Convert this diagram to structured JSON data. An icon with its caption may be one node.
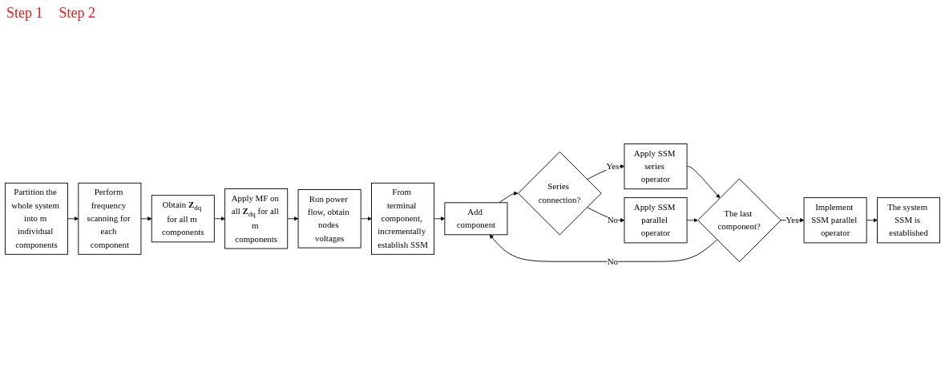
{
  "diagram": {
    "nodes": [
      {
        "text": [
          "Partition the whole system into m individual components"
        ]
      },
      {
        "text": [
          "Perform frequency scanning for each component"
        ]
      },
      {
        "text": [
          "Obtain **Z**$_{dq}$ for all m components"
        ]
      },
      {
        "text": [
          "Apply MF on all **Z**$_{dq}$ for all m components"
        ]
      },
      {
        "text": [
          "Run power flow, obtain nodes voltages"
        ]
      },
      {
        "text": [
          "From terminal component, incrementally establish SSM"
        ]
      },
      {
        "text": [
          "Add component"
        ]
      },
      {
        "text": [
          "Series connection?"
        ]
      },
      {
        "text": [
          "Apply SSM series operator"
        ]
      },
      {
        "text": [
          "Apply SSM parallel operator"
        ]
      },
      {
        "text": [
          "The last component?"
        ]
      },
      {
        "text": [
          "Implement SSM parallel operator"
        ]
      },
      {
        "text": [
          "The system SSM is established"
        ]
      }
    ],
    "edges": [
      {
        "from": 0,
        "to": 1,
        "arrow": "to"
      },
      {
        "from": 1,
        "to": 2,
        "arrow": "to"
      },
      {
        "from": 2,
        "to": 3,
        "arrow": "to"
      },
      {
        "from": 3,
        "to": 4,
        "arrow": "to"
      },
      {
        "from": 4,
        "to": 5,
        "arrow": "to"
      },
      {
        "from": 5,
        "to": 6,
        "arrow": "to"
      },
      {
        "from": 6,
        "to": 7,
        "arrow": "to"
      },
      {
        "from": 7,
        "to": 8,
        "label": "Yes",
        "arrow": "to"
      },
      {
        "from": 7,
        "to": 9,
        "label": "No",
        "arrow": "to"
      },
      {
        "from": 8,
        "to": 10,
        "arrow": "to"
      },
      {
        "from": 9,
        "to": 10,
        "arrow": "to"
      },
      {
        "from": 10,
        "to": 6,
        "label": "No",
        "arrow": "to"
      },
      {
        "from": 10,
        "to": 11,
        "label": "Yes",
        "arrow": "to"
      },
      {
        "from": 11,
        "to": 12,
        "arrow": "to"
      }
    ],
    "labels": [
      "Step 1",
      "Step 2"
    ]
  }
}
